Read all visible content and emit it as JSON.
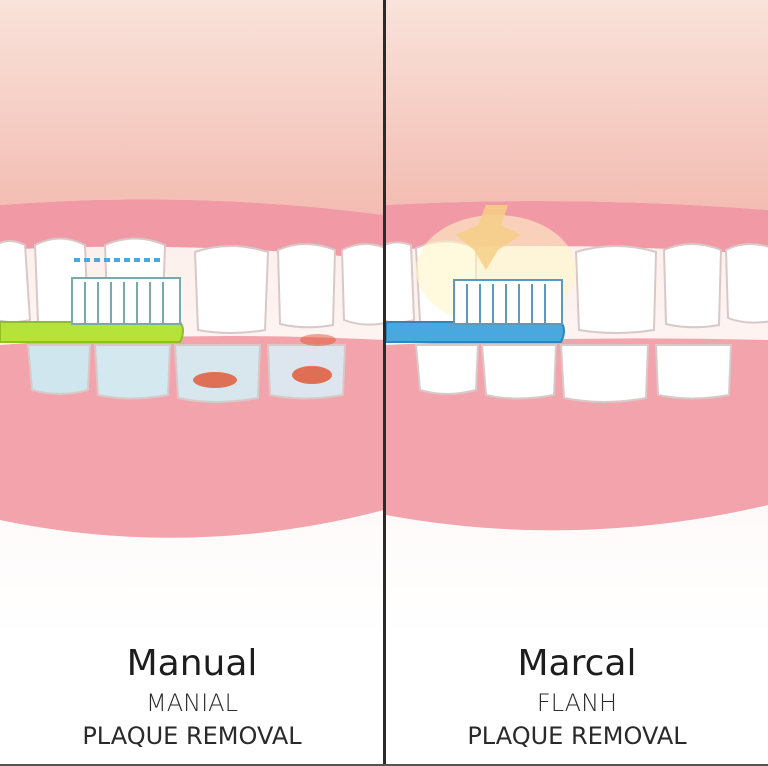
{
  "panels": [
    {
      "title": "Manual",
      "subtitle": "MANIAL",
      "caption": "PLAQUE REMOVAL",
      "brush_color": "#b5e33a"
    },
    {
      "title": "Marcal",
      "subtitle": "FLANH",
      "caption": "PLAQUE REMOVAL",
      "brush_color": "#4aa8e0"
    }
  ],
  "colors": {
    "gum": "#f2a3ab",
    "skin_top": "#f8dccf",
    "plaque": "#e0522e"
  }
}
